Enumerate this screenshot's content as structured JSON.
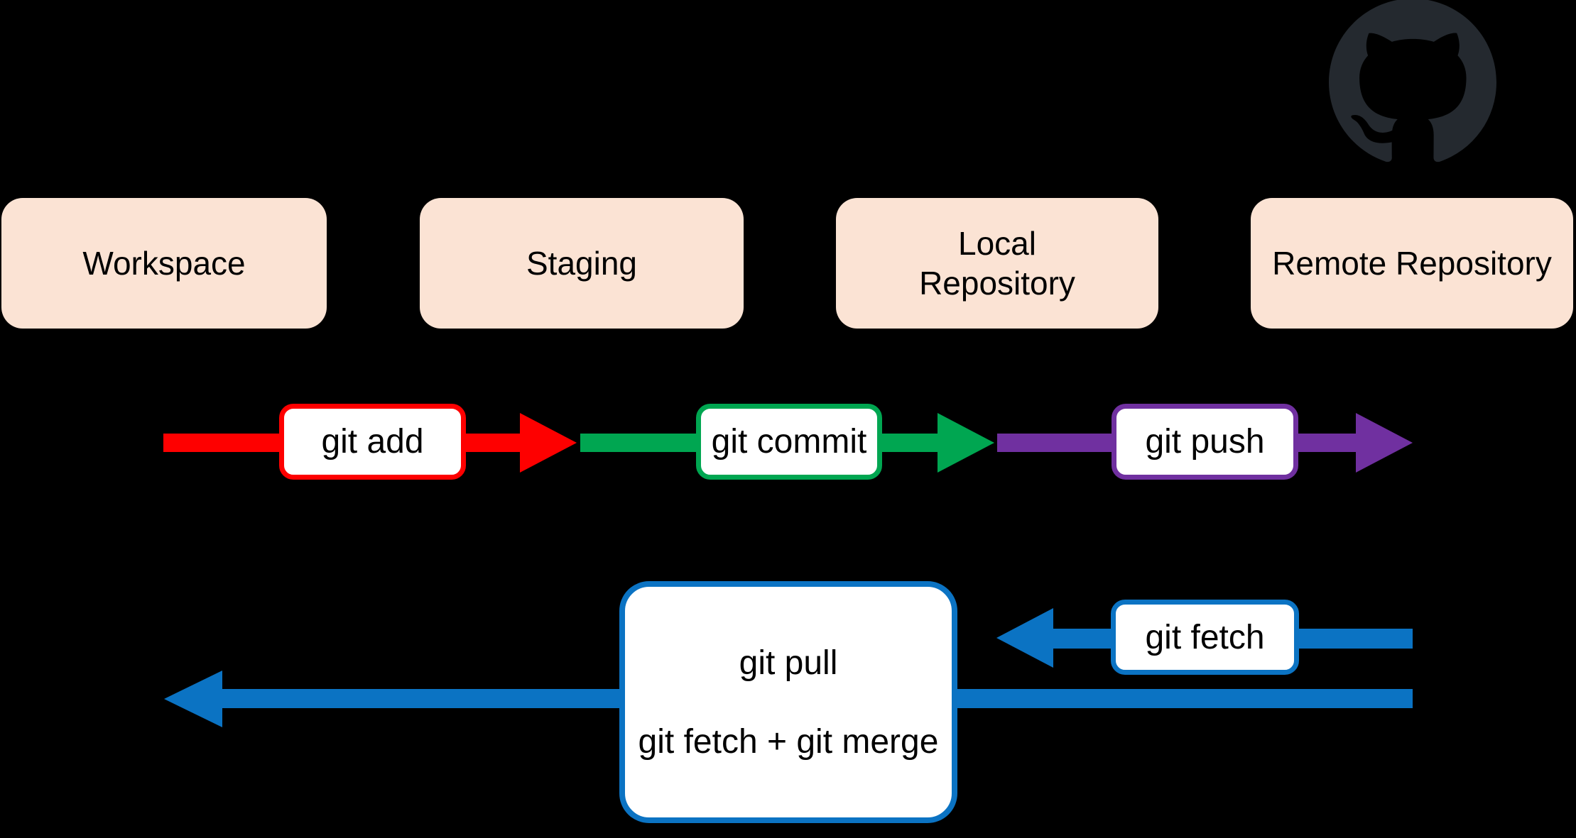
{
  "diagram": {
    "title": "Git workflow diagram",
    "stages": [
      {
        "label": "Workspace"
      },
      {
        "label": "Staging"
      },
      {
        "label": "Local\nRepository"
      },
      {
        "label": "Remote Repository"
      }
    ],
    "commands": {
      "add": {
        "label": "git add",
        "color": "#fe0000"
      },
      "commit": {
        "label": "git commit",
        "color": "#00a651"
      },
      "push": {
        "label": "git push",
        "color": "#7030a0"
      },
      "fetch": {
        "label": "git fetch",
        "color": "#0b73c3"
      },
      "pull": {
        "label_line1": "git pull",
        "label_line2": "git fetch + git merge",
        "color": "#0b73c3"
      }
    },
    "icons": {
      "github": "github-octocat-logo"
    },
    "colors": {
      "background": "#000000",
      "stage_fill": "#fbe3d4",
      "command_box_fill": "#ffffff",
      "text": "#000000",
      "arrow_red": "#fe0000",
      "arrow_green": "#00a651",
      "arrow_purple": "#7030a0",
      "arrow_blue": "#0b73c3",
      "github_logo": "#24292f"
    }
  }
}
